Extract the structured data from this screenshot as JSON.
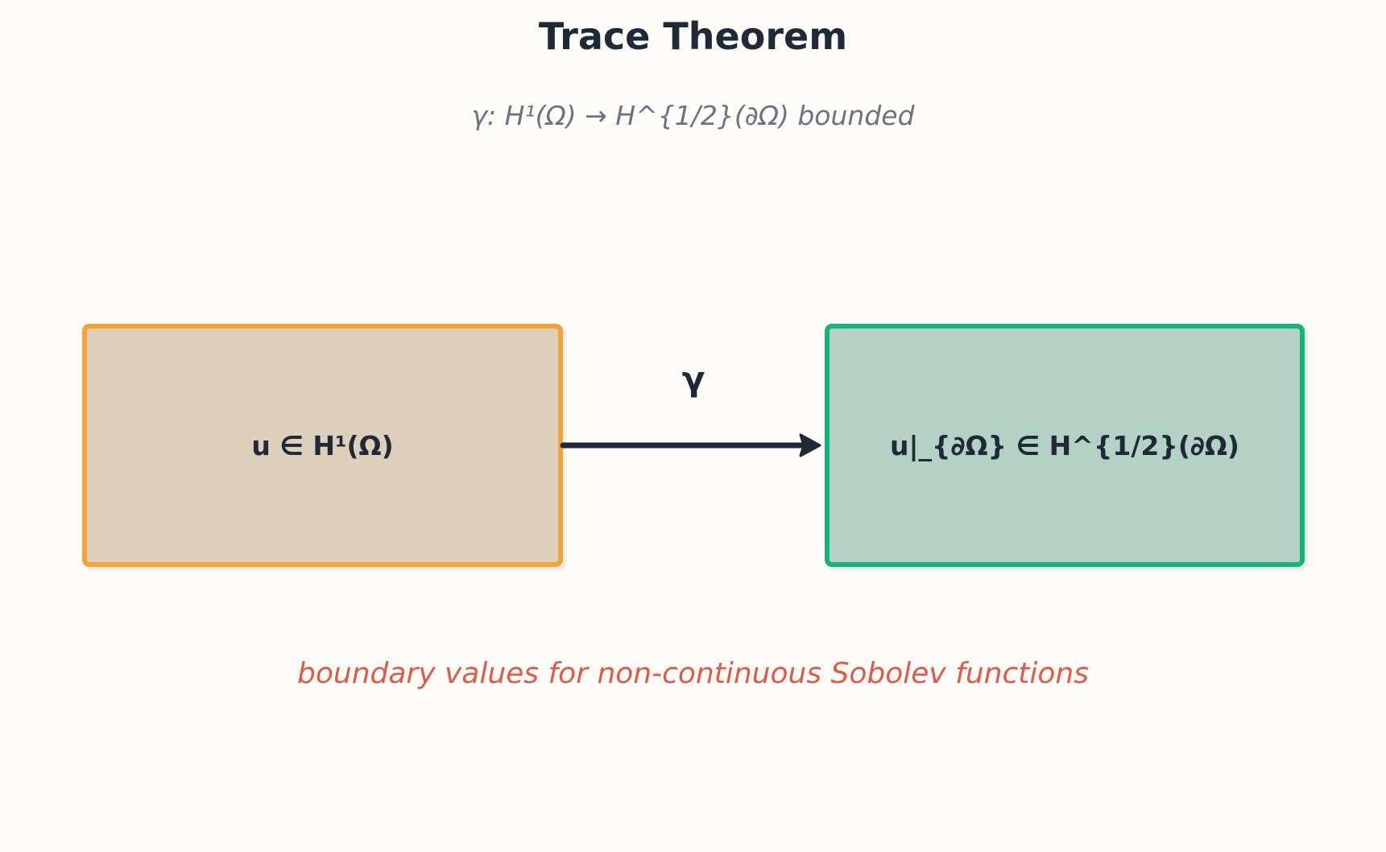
{
  "diagram": {
    "title": "Trace Theorem",
    "subtitle": "γ: H¹(Ω) → H^{1/2}(∂Ω) bounded",
    "source_node": {
      "label": "u ∈ H¹(Ω)",
      "fill": "#ddcfb9",
      "border": "#f2a33a"
    },
    "target_node": {
      "label": "u|_{∂Ω} ∈ H^{1/2}(∂Ω)",
      "fill": "#b4d1c5",
      "border": "#16b37e"
    },
    "edge": {
      "label": "γ",
      "color": "#1f2937",
      "from": "source_node",
      "to": "target_node"
    },
    "note": "boundary values for non-continuous Sobolev functions"
  },
  "colors": {
    "background": "#fdfcf8",
    "text": "#1f2937",
    "subtitle": "#6b7280",
    "note": "#e05a47"
  }
}
